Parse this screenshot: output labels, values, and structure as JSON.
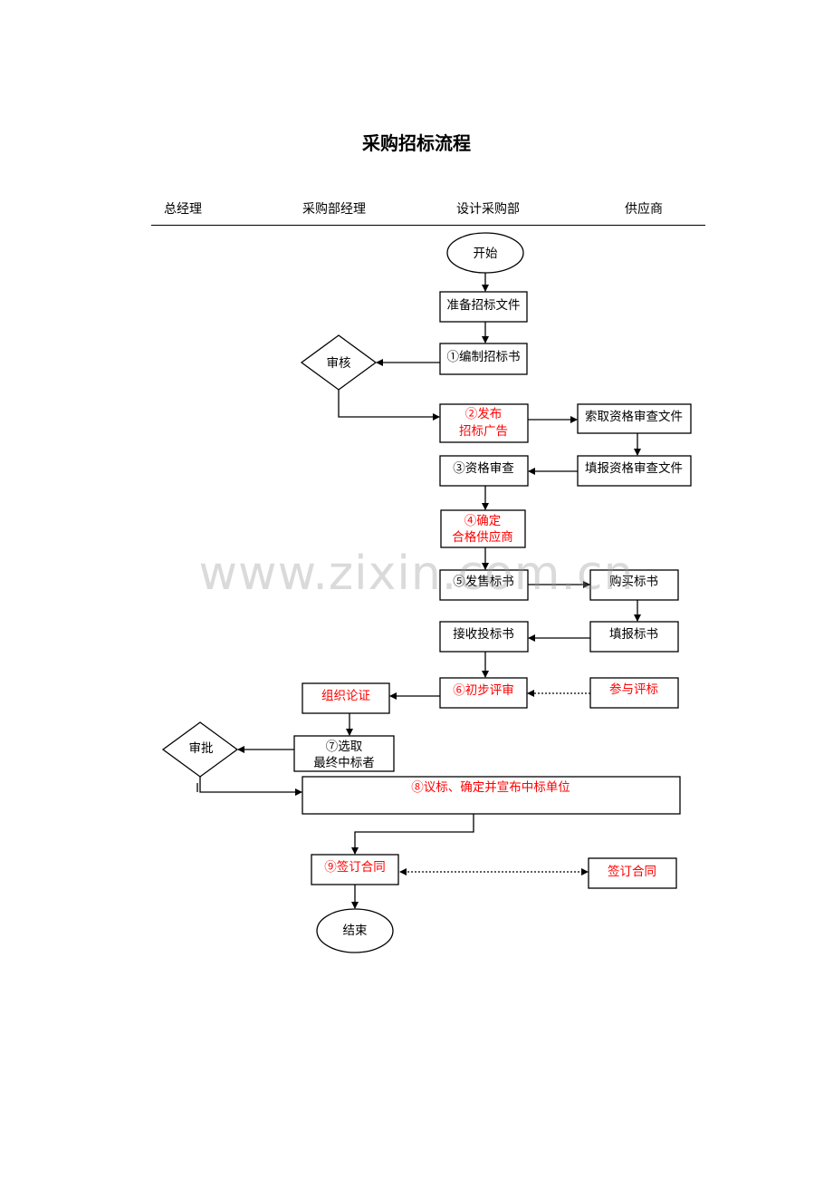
{
  "title": "采购招标流程",
  "lanes": [
    "总经理",
    "采购部经理",
    "设计采购部",
    "供应商"
  ],
  "colors": {
    "line": "#000000",
    "highlight": "#ff0000"
  },
  "nodes": {
    "start": "开始",
    "prepare_docs": "准备招标文件",
    "audit": "审核",
    "compile_tender": "①编制招标书",
    "publish_ad_1": "②发布",
    "publish_ad_2": "招标广告",
    "request_qual_docs": "索取资格审查文件",
    "qual_review": "③资格审查",
    "fill_qual_docs": "填报资格审查文件",
    "confirm_supplier_1": "④确定",
    "confirm_supplier_2": "合格供应商",
    "sell_tender": "⑤发售标书",
    "buy_tender": "购买标书",
    "receive_bids": "接收投标书",
    "fill_bid": "填报标书",
    "organize_demo": "组织论证",
    "prelim_review": "⑥初步评审",
    "join_review": "参与评标",
    "approve": "审批",
    "select_winner_1": "⑦选取",
    "select_winner_2": "最终中标者",
    "announce_winner": "⑧议标、确定并宣布中标单位",
    "sign_contract": "⑨签订合同",
    "supplier_sign": "签订合同",
    "end": "结束"
  },
  "watermark": "www.zixin.com.cn"
}
